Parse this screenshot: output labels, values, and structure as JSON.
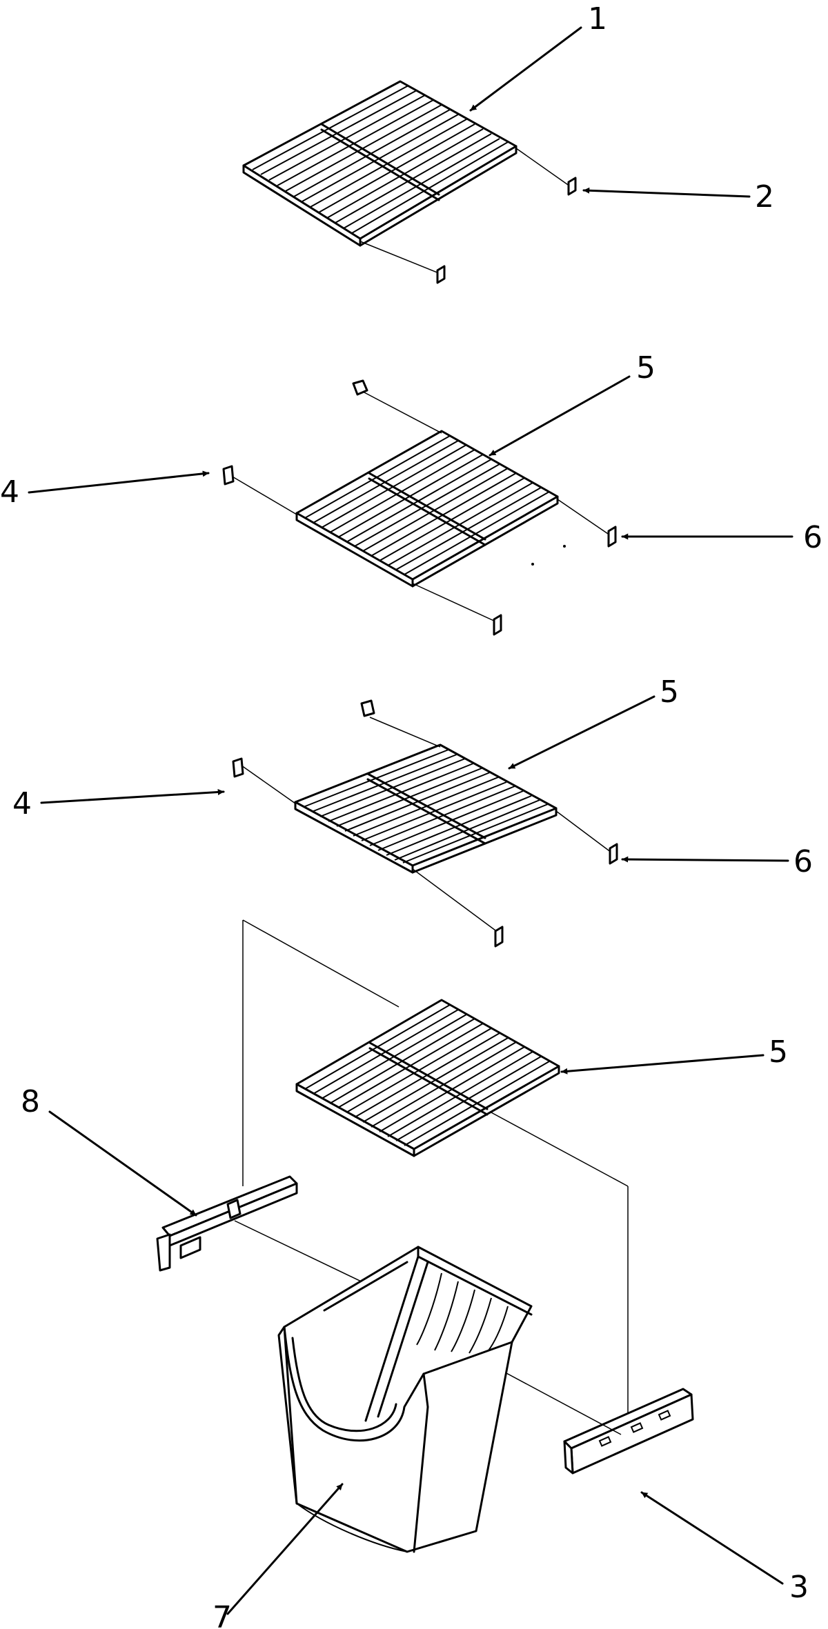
{
  "callouts": {
    "c1": "1",
    "c2": "2",
    "c3": "3",
    "c4a": "4",
    "c4b": "4",
    "c5a": "5",
    "c5b": "5",
    "c5c": "5",
    "c6a": "6",
    "c6b": "6",
    "c7": "7",
    "c8": "8"
  },
  "colors": {
    "line": "#000000",
    "background": "#ffffff"
  }
}
